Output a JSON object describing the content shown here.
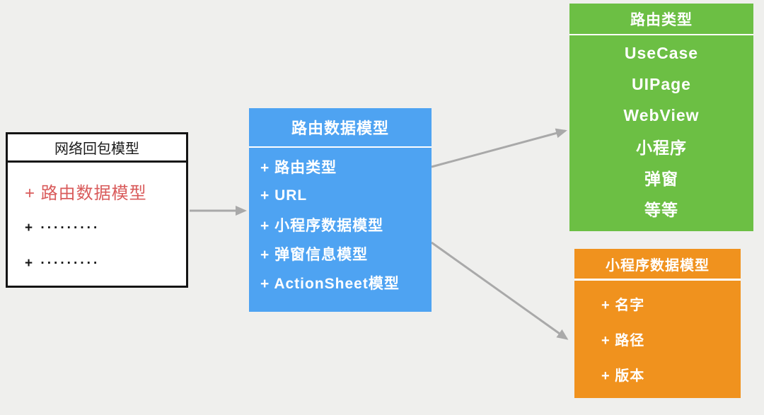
{
  "colors": {
    "background": "#EFEFED",
    "box_white": "#FFFFFF",
    "box_blue": "#4EA3F2",
    "box_green": "#6CBF44",
    "box_orange": "#F0921E",
    "border_black": "#141414",
    "highlight_red": "#D95B5B",
    "text_white": "#FFFFFF",
    "arrow_gray": "#A9A9A9"
  },
  "boxes": {
    "network_response": {
      "title": "网络回包模型",
      "items": [
        "+ 路由数据模型",
        "+ ·········",
        "+ ·········"
      ]
    },
    "route_data_model": {
      "title": "路由数据模型",
      "items": [
        "+ 路由类型",
        "+ URL",
        "+ 小程序数据模型",
        "+ 弹窗信息模型",
        "+ ActionSheet模型"
      ]
    },
    "route_type": {
      "title": "路由类型",
      "items": [
        "UseCase",
        "UIPage",
        "WebView",
        "小程序",
        "弹窗",
        "等等"
      ]
    },
    "miniprogram_data_model": {
      "title": "小程序数据模型",
      "items": [
        "+ 名字",
        "+ 路径",
        "+ 版本"
      ]
    }
  },
  "arrows": [
    {
      "from": "network_response",
      "to": "route_data_model"
    },
    {
      "from": "route_data_model",
      "to": "route_type"
    },
    {
      "from": "route_data_model",
      "to": "miniprogram_data_model"
    }
  ]
}
